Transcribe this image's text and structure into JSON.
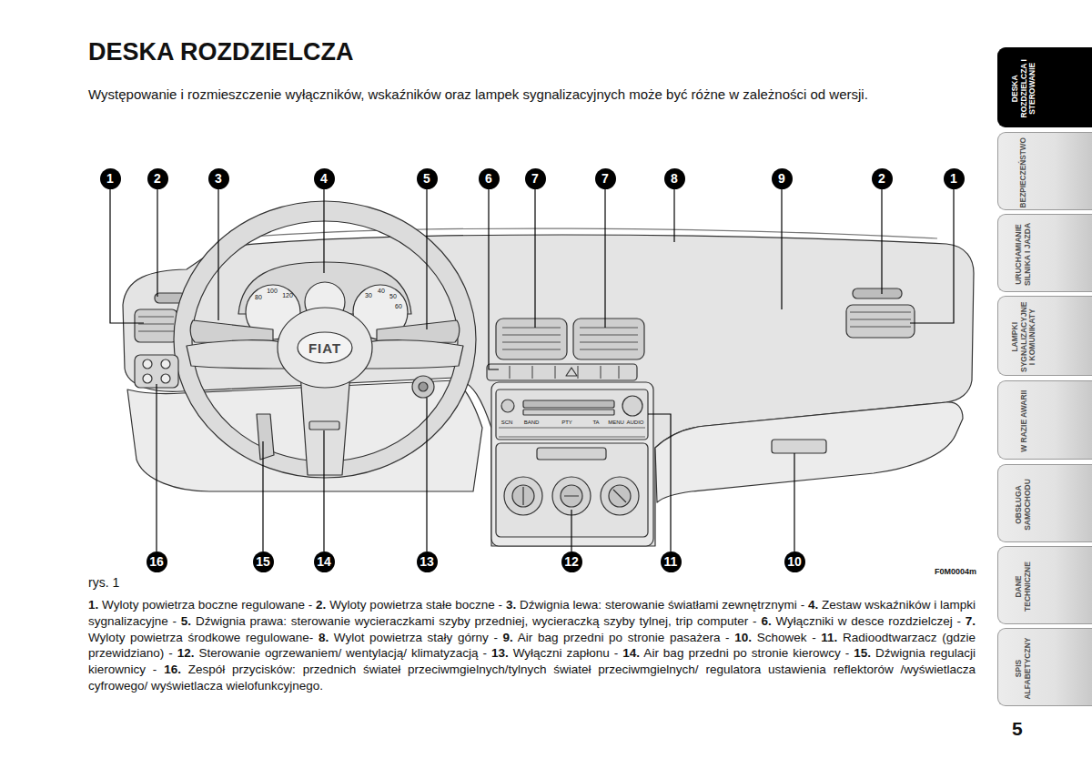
{
  "diagram": {
    "title": "DESKA ROZDZIELCZA",
    "nodes": [
      {
        "text": [
          "1"
        ]
      },
      {
        "text": [
          "2"
        ]
      },
      {
        "text": [
          "3"
        ]
      },
      {
        "text": [
          "4"
        ]
      },
      {
        "text": [
          "5"
        ]
      },
      {
        "text": [
          "6"
        ]
      },
      {
        "text": [
          "7"
        ]
      },
      {
        "text": [
          "7"
        ]
      },
      {
        "text": [
          "8"
        ]
      },
      {
        "text": [
          "9"
        ]
      },
      {
        "text": [
          "2"
        ]
      },
      {
        "text": [
          "1"
        ]
      },
      {
        "text": [
          "16"
        ]
      },
      {
        "text": [
          "15"
        ]
      },
      {
        "text": [
          "14"
        ]
      },
      {
        "text": [
          "13"
        ]
      },
      {
        "text": [
          "12"
        ]
      },
      {
        "text": [
          "11"
        ]
      },
      {
        "text": [
          "10"
        ]
      },
      {
        "text": [
          "DESKA ROZDZIELCZA I STEROWANIE"
        ]
      },
      {
        "text": [
          "BEZPIECZEŃSTWO"
        ]
      },
      {
        "text": [
          "URUCHAMIANIE SILNIKA I JAZDA"
        ]
      },
      {
        "text": [
          "LAMPKI SYGNALIZACYJNE I KOMUNIKATY"
        ]
      },
      {
        "text": [
          "W RAZIE AWARII"
        ]
      },
      {
        "text": [
          "OBSŁUGA SAMOCHODU"
        ]
      },
      {
        "text": [
          "DANE TECHNICZNE"
        ]
      },
      {
        "text": [
          "SPIS ALFABETYCZNY"
        ]
      }
    ],
    "labels": [
      "Występowanie i rozmieszczenie wyłączników, wskaźników oraz lampek sygnalizacyjnych może być różne w zależności od wersji.",
      "FIAT",
      "80",
      "100",
      "120",
      "30",
      "40",
      "50",
      "60",
      "SCN",
      "BAND",
      "PTY",
      "TA",
      "MENU",
      "AUDIO",
      "rys. 1",
      "F0M0004m",
      "1. Wyloty powietrza boczne regulowane - 2. Wyloty powietrza stałe boczne - 3. Dźwignia lewa: sterowanie światłami zewnętrznymi - 4. Zestaw wskaźników i lampki sygnalizacyjne - 5. Dźwignia prawa: sterowanie wycieraczkami szyby przedniej, wycieraczką szyby tylnej, trip computer - 6. Wyłączniki w desce rozdzielczej - 7. Wyloty powietrza środkowe regulowane- 8. Wylot powietrza stały górny - 9. Air bag przedni po stronie pasażera - 10. Schowek - 11. Radioodtwarzacz (gdzie przewidziano) - 12. Sterowanie ogrzewaniem/ wentylacją/ klimatyzacją - 13. Wyłączni zapłonu - 14. Air bag przedni po stronie kierowcy - 15. Dźwignia regulacji kierownicy - 16. Zespół przycisków: przednich świateł przeciwmgielnych/tylnych świateł przeciwmgielnych/ regulatora ustawienia reflektorów /wyświetlacza cyfrowego/ wyświetlacza wielofunkcyjnego.",
      "5"
    ]
  }
}
